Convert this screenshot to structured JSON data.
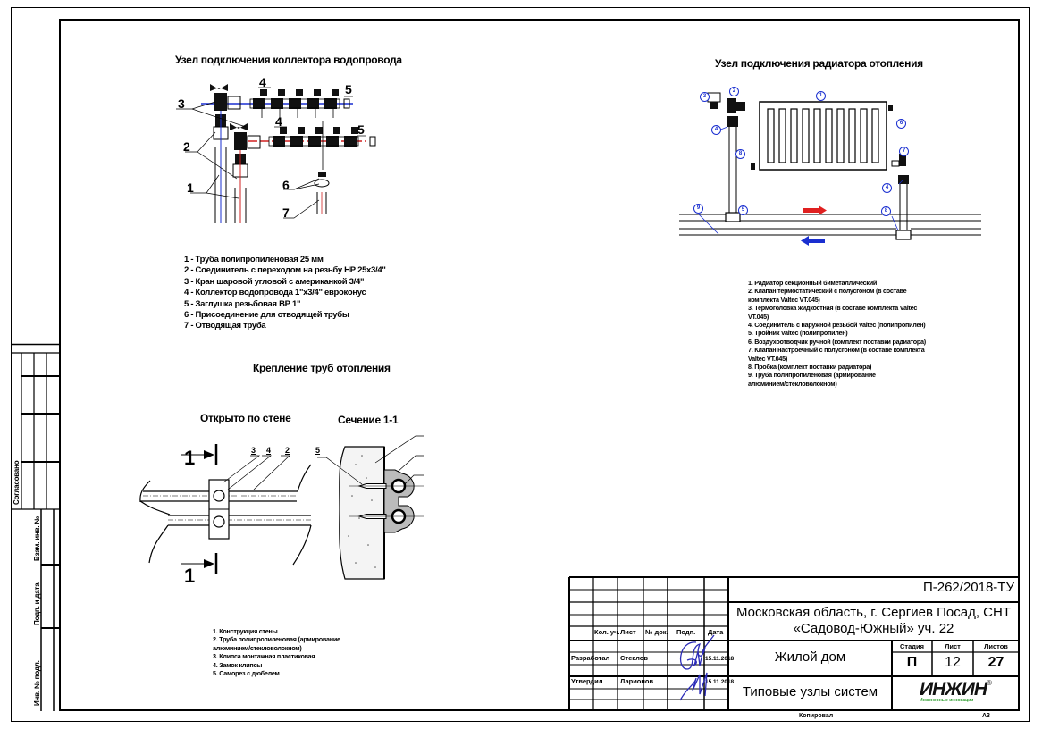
{
  "water_collector": {
    "title": "Узел подключения коллектора водопровода",
    "callouts": [
      "1",
      "2",
      "3",
      "4",
      "5",
      "6",
      "7"
    ],
    "legend": [
      "1 - Труба полипропиленовая 25 мм",
      "2 - Соединитель с переходом на резьбу НР 25х3/4\"",
      "3 - Кран шаровой угловой с американкой 3/4\"",
      "4 - Коллектор водопровода 1\"х3/4\" евроконус",
      "5 - Заглушка резьбовая ВР 1\"",
      "6 - Присоединение для отводящей трубы",
      "7 - Отводящая труба"
    ]
  },
  "radiator": {
    "title": "Узел подключения радиатора отопления",
    "callouts": [
      "1",
      "2",
      "3",
      "4",
      "5",
      "6",
      "7",
      "8",
      "9"
    ],
    "legend": [
      "1. Радиатор секционный биметаллический",
      "2. Клапан термостатический с полусгоном (в составе",
      "комплекта Valtec VT.045)",
      "3. Термоголовка жидкостная (в составе комплекта Valtec",
      "VT.045)",
      "4. Соединитель с наружной резьбой Valtec (полипропилен)",
      "5. Тройник Valtec (полипропилен)",
      "6. Воздухоотводчик ручной (комплект поставки радиатора)",
      "7. Клапан настроечный с полусгоном (в составе комплекта",
      "Valtec VT.045)",
      "8. Пробка (комплект поставки радиатора)",
      "9. Труба  полипропиленовая (армирование",
      "алюминием/стекловолокном)"
    ],
    "supply_arrow_color": "#e02020",
    "return_arrow_color": "#1a2fd0"
  },
  "pipe_mounting": {
    "title": "Крепление труб отопления",
    "view_open": "Открыто по стене",
    "view_section": "Сечение 1-1",
    "section_mark": "1",
    "callouts": [
      "3",
      "4",
      "2",
      "5"
    ],
    "legend": [
      "1. Конструкция стены",
      "2. Труба  полипропиленовая (армирование",
      "алюминием/стекловолокном)",
      "3. Клипса монтажная пластиковая",
      "4. Замок клипсы",
      "5. Саморез с дюбелем"
    ]
  },
  "side_stamp": {
    "agreed": "Согласовано",
    "inv_replace": "Взам. инв. №",
    "sign_date": "Подп. и дата",
    "inv_orig": "Инв. № подл."
  },
  "title_block": {
    "doc_code": "П-262/2018-ТУ",
    "address_line1": "Московская область, г. Сергиев Посад, СНТ",
    "address_line2": "«Садовод-Южный» уч. 22",
    "object": "Жилой дом",
    "sheet_title": "Типовые узлы систем",
    "headers": [
      "Кол. уч.",
      "Лист",
      "№ док.",
      "Подп.",
      "Дата"
    ],
    "rows": [
      {
        "role": "Разработал",
        "name": "Стеклов",
        "date": "15.11.2018"
      },
      {
        "role": "Утвердил",
        "name": "Ларионов",
        "date": "15.11.2018"
      }
    ],
    "stage_label": "Стадия",
    "sheet_label": "Лист",
    "sheets_label": "Листов",
    "stage": "П",
    "sheet": "12",
    "sheets": "27",
    "logo_text": "ИНЖИН",
    "logo_registered": "®",
    "logo_sub": "Инженерные инновации",
    "logo_sub_color": "#2e9e2e",
    "copied": "Копировал",
    "format": "А3",
    "signature_color": "#2b2bb8"
  }
}
